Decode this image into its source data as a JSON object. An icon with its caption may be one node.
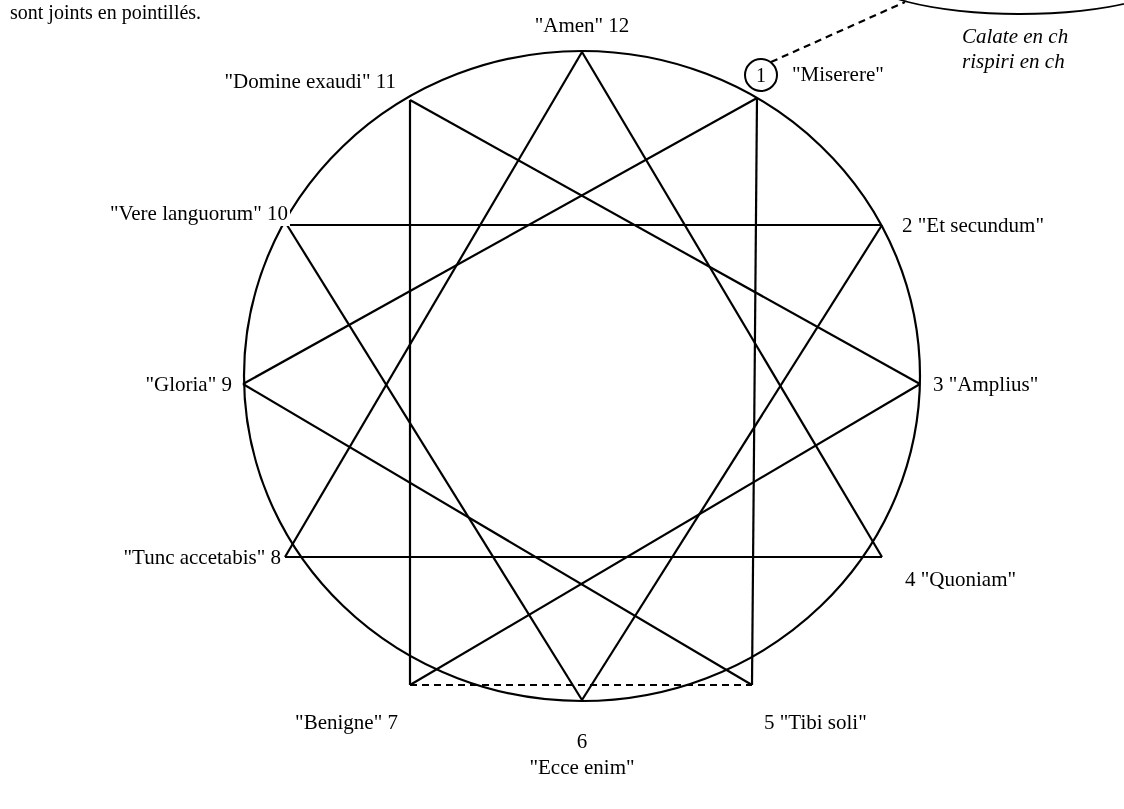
{
  "diagram": {
    "nodes": [
      {
        "text": [
          "\"Amen\" 12"
        ]
      },
      {
        "text": [
          "\"Domine exaudi\" 11"
        ]
      },
      {
        "text": [
          "1"
        ],
        "beside": [
          "\"Miserere\""
        ]
      },
      {
        "text": [
          "\"Vere languorum\" 10"
        ]
      },
      {
        "text": [
          "2 \"Et secundum\""
        ]
      },
      {
        "text": [
          "\"Gloria\" 9"
        ]
      },
      {
        "text": [
          "3 \"Amplius\""
        ]
      },
      {
        "text": [
          "\"Tunc accetabis\" 8"
        ]
      },
      {
        "text": [
          "4 \"Quoniam\""
        ]
      },
      {
        "text": [
          "\"Benigne\" 7"
        ]
      },
      {
        "text": [
          "5 \"Tibi soli\""
        ]
      },
      {
        "text": [
          "6",
          "\"Ecce enim\""
        ]
      },
      {
        "text": [],
        "shape": "circle"
      }
    ],
    "edges": [
      {
        "from": 0,
        "to": 8,
        "arrow": "none"
      },
      {
        "from": 8,
        "to": 7,
        "arrow": "none"
      },
      {
        "from": 7,
        "to": 0,
        "arrow": "none"
      },
      {
        "from": 2,
        "to": 10,
        "arrow": "none"
      },
      {
        "from": 10,
        "to": 5,
        "arrow": "none"
      },
      {
        "from": 5,
        "to": 2,
        "arrow": "none"
      },
      {
        "from": 4,
        "to": 11,
        "arrow": "none"
      },
      {
        "from": 11,
        "to": 3,
        "arrow": "none"
      },
      {
        "from": 3,
        "to": 4,
        "arrow": "none"
      },
      {
        "from": 6,
        "to": 9,
        "arrow": "none"
      },
      {
        "from": 9,
        "to": 1,
        "arrow": "none"
      },
      {
        "from": 1,
        "to": 6,
        "arrow": "none"
      },
      {
        "from": 9,
        "to": 10,
        "arrow": "none",
        "style": "dashed"
      },
      {
        "from": 2,
        "to": 12,
        "arrow": "none",
        "style": "dashed"
      }
    ],
    "labels": [
      "sont joints en pointillés.",
      "Calate en ch",
      "rispiri en ch"
    ]
  }
}
